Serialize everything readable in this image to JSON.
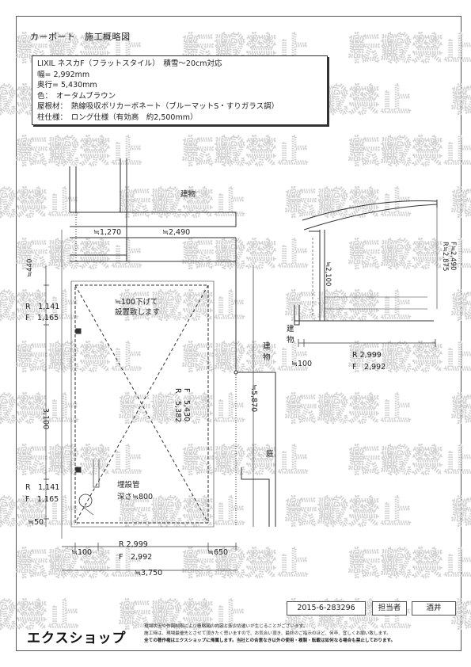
{
  "title": "カーポート　施工概略図",
  "spec": {
    "line1": "LIXIL ネスカF（フラットスタイル）　積雪～20cm対応",
    "line2": "幅= 2,992mm",
    "line3": "奥行= 5,430mm",
    "line4": "色：　オータムブラウン",
    "line5": "屋根材：　熱線吸収ポリカーボネート（ブルーマットS・すりガラス調）",
    "line6": "柱仕様：　ロング仕様（有効高　約2,500mm）"
  },
  "watermark": "転載禁止",
  "plan": {
    "building_label": "建物",
    "dim_1270": "≒1,270",
    "dim_2490": "≒2,490",
    "dim_440": "≒440",
    "left_r1": "R　1,141",
    "left_f1": "F　1,165",
    "dim_3100": "3,100",
    "left_r2": "R　1,141",
    "left_f2": "F　1,165",
    "dim_50": "≒50",
    "note_lower": "≒100下げて",
    "note_install": "設置致します",
    "center_r": "R　5,382",
    "center_f": "F　5,430",
    "pipe_label": "埋設管",
    "pipe_depth": "深さ≒800",
    "bottom_100": "≒100",
    "bottom_r": "R 2,999",
    "bottom_f": "F　2,992",
    "bottom_650": "≒650",
    "bottom_3750": "≒3,750",
    "side_5870": "≒5,870",
    "right_building": "建\n物",
    "garden": "庭"
  },
  "elevation": {
    "dim_2100": "≒2,100",
    "dim_r2875": "R≒2,875",
    "dim_f2490": "F≒2,490",
    "building": "建\n物",
    "dim_100": "≒100",
    "dim_r2999": "R 2,999",
    "dim_f2992": "F　2,992"
  },
  "titleblock": {
    "code": "2015-6-283296",
    "assignee_label": "担当者",
    "assignee": "酒井"
  },
  "footer": {
    "logo": "エクスショップ",
    "note1": "現場状況や作図制限により概略図の内容と多少の違いが生じることがございます。",
    "note2": "施工時は、現場最優先とさせて頂きたく思いますので、お気合い頂き、最終のご指示のほど、何卒、宜しくお願い致します。",
    "note3": "全ての著作権はエクスショップに帰属します。当社との合意なき以外の使用・複製・転載は如何なる場合も禁止しております。"
  }
}
